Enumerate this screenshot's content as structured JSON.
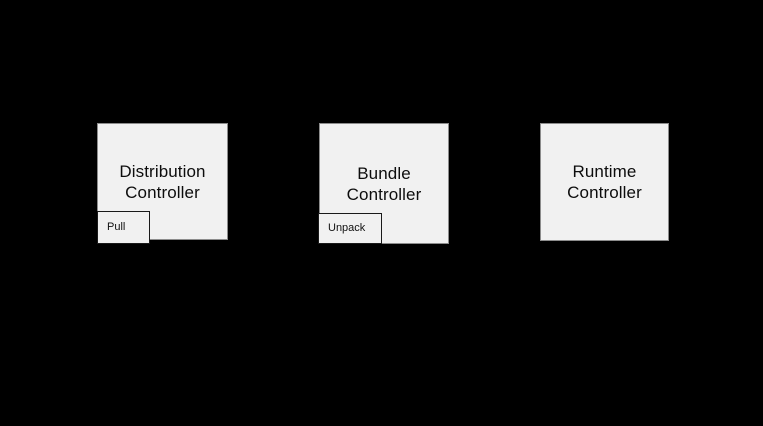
{
  "diagram": {
    "background_color": "#000000",
    "node_fill_color": "#f1f1f1",
    "node_border_color": "#8c8c8c",
    "subnode_border_color": "#1a1a1a",
    "text_color": "#0d0d0d",
    "nodes": [
      {
        "id": "distribution-controller",
        "label": "Distribution\nController",
        "sub": {
          "id": "pull",
          "label": "Pull"
        }
      },
      {
        "id": "bundle-controller",
        "label": "Bundle\nController",
        "sub": {
          "id": "unpack",
          "label": "Unpack"
        }
      },
      {
        "id": "runtime-controller",
        "label": "Runtime\nController",
        "sub": null
      }
    ]
  }
}
